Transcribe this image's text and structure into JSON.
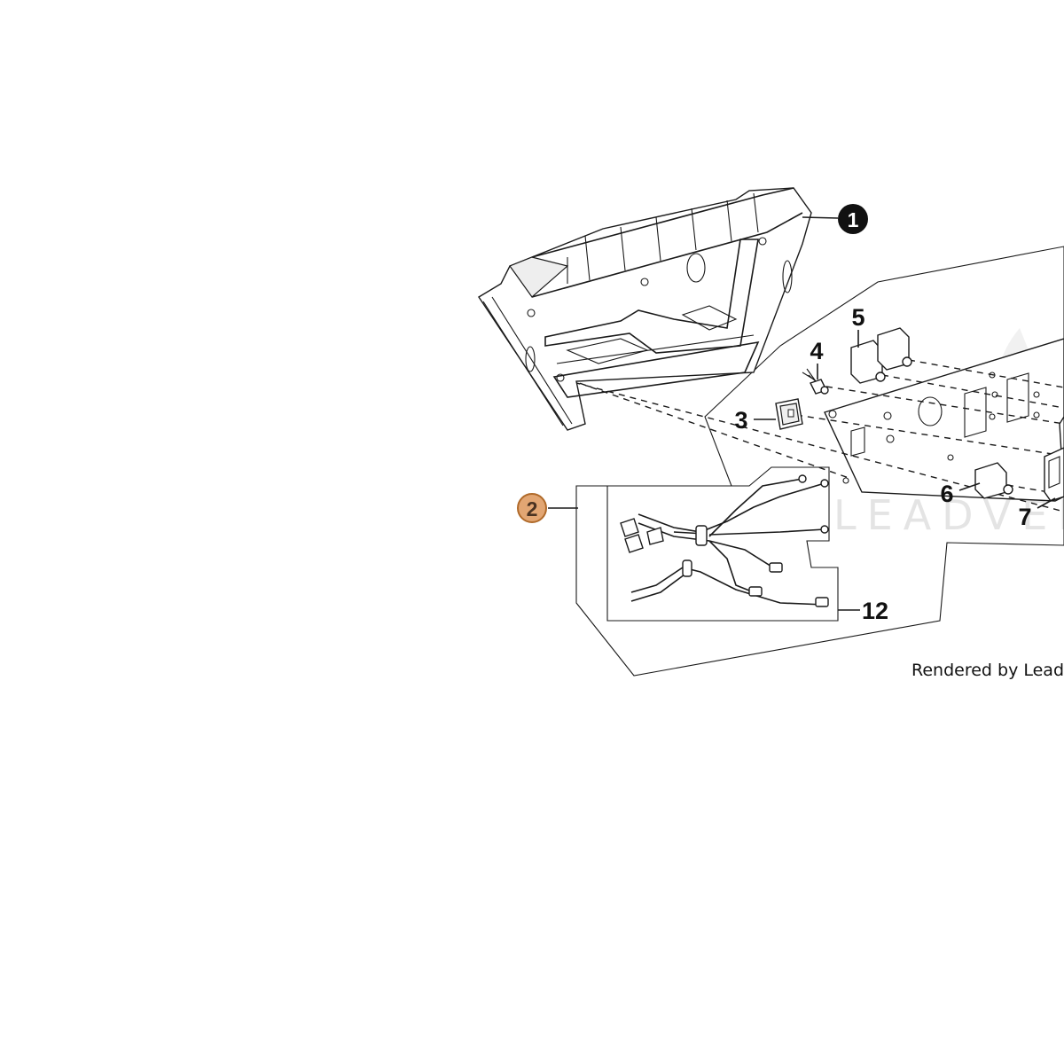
{
  "diagram": {
    "callouts": {
      "c1": "1",
      "c2": "2",
      "c3": "3",
      "c4": "4",
      "c5": "5",
      "c6": "6",
      "c7": "7",
      "c12": "12"
    },
    "watermark": "LEADVEN",
    "credit": "Rendered by LeadVen",
    "colors": {
      "callout_1_fill": "#111111",
      "callout_2_fill": "#e2a673",
      "callout_2_stroke": "#b06a2a",
      "ink": "#1a1a1a"
    }
  }
}
